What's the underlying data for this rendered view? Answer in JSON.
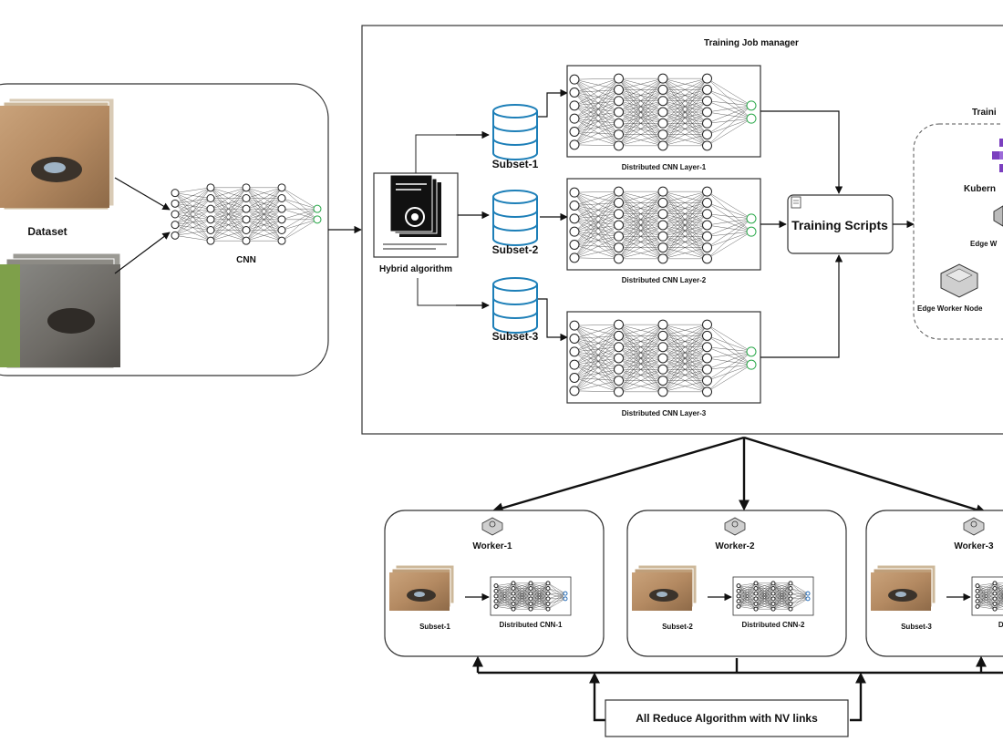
{
  "labels": {
    "dataset": "Dataset",
    "cnn": "CNN",
    "training_job_manager": "Training Job manager",
    "hybrid_algorithm": "Hybrid algorithm",
    "subsets": [
      "Subset-1",
      "Subset-2",
      "Subset-3"
    ],
    "layers": [
      "Distributed CNN Layer-1",
      "Distributed CNN Layer-2",
      "Distributed CNN Layer-3"
    ],
    "training_scripts": "Training Scripts",
    "training_cluster_partial": "Traini",
    "kubernetes_partial": "Kubern",
    "edge_worker_partial": "Edge W",
    "edge_worker_node_partial": "Edge Worker Node",
    "workers": [
      {
        "title": "Worker-1",
        "subset": "Subset-1",
        "cnn": "Distributed CNN-1"
      },
      {
        "title": "Worker-2",
        "subset": "Subset-2",
        "cnn": "Distributed CNN-2"
      },
      {
        "title": "Worker-3",
        "subset": "Subset-3",
        "cnn": "Distribu"
      }
    ],
    "all_reduce": "All Reduce Algorithm with NV links"
  },
  "colors": {
    "database": "#1d7fb8",
    "output_node": "#2aa84a",
    "kubernetes": "#7b3fbf",
    "stroke": "#222222"
  },
  "icons": {
    "document": "document-gear-icon",
    "database": "database-icon",
    "edge_node": "edge-node-icon",
    "kubernetes": "kubernetes-icon",
    "script": "script-icon"
  }
}
